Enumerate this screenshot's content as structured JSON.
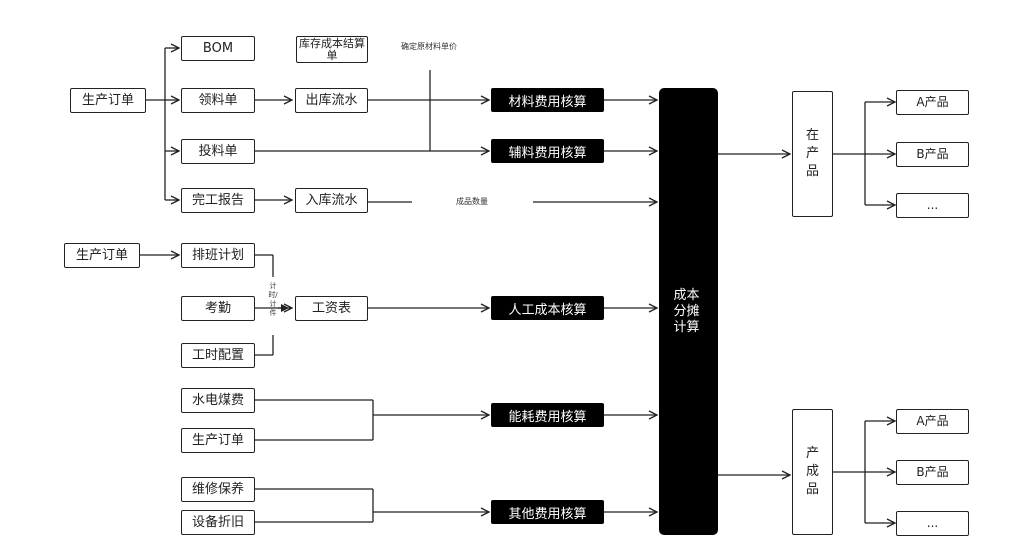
{
  "nodes": {
    "order1": "生产订单",
    "bom": "BOM",
    "inventory_cost": "库存成本结算单",
    "requisition": "领料单",
    "outbound": "出库流水",
    "feeding": "投料单",
    "completion": "完工报告",
    "inbound": "入库流水",
    "order2": "生产订单",
    "schedule": "排班计划",
    "attendance": "考勤",
    "hour_config": "工时配置",
    "payroll": "工资表",
    "utility": "水电煤费",
    "order3": "生产订单",
    "maintenance": "维修保养",
    "depreciation": "设备折旧",
    "wip": "在产品",
    "finished": "产成品",
    "wip_a": "A产品",
    "wip_b": "B产品",
    "wip_more": "...",
    "fin_a": "A产品",
    "fin_b": "B产品",
    "fin_more": "..."
  },
  "accounting": {
    "material": "材料费用核算",
    "auxiliary": "辅料费用核算",
    "labor": "人工成本核算",
    "energy": "能耗费用核算",
    "other": "其他费用核算"
  },
  "center": "成本分摊计算",
  "labels": {
    "unit_price": "确定原材料单价",
    "quantity": "成品数量",
    "time_piece": "计时/计件"
  }
}
